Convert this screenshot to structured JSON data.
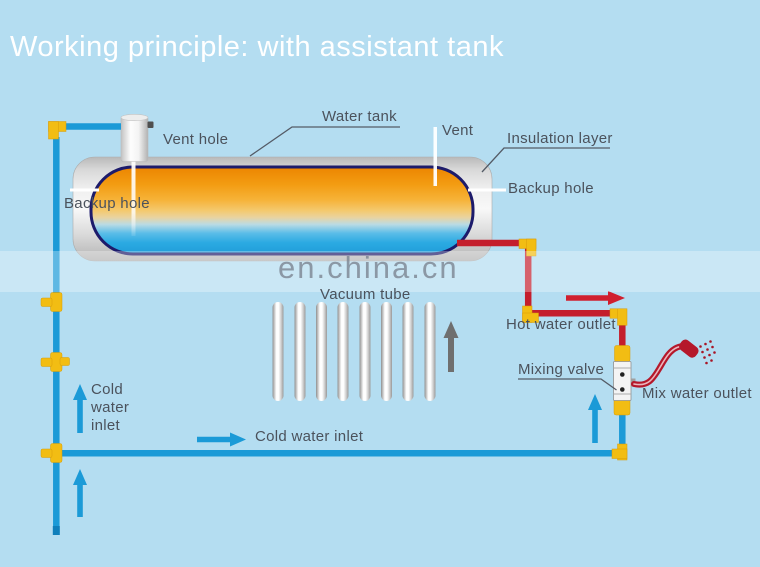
{
  "title": "Working principle: with assistant tank",
  "watermark": {
    "text": "en.china.cn"
  },
  "labels": {
    "vent_hole": "Vent hole",
    "water_tank": "Water tank",
    "vent": "Vent",
    "insulation_layer": "Insulation layer",
    "backup_hole_right": "Backup hole",
    "backup_hole_left": "Backup hole",
    "vacuum_tube": "Vacuum tube",
    "hot_water_outlet": "Hot water outlet",
    "mixing_valve": "Mixing valve",
    "mix_water_outlet": "Mix water outlet",
    "cold_water_inlet_left": "Cold water inlet",
    "cold_water_inlet_bottom": "Cold water inlet"
  },
  "components": {
    "vacuum_tube_count": 8,
    "assistant_tank": "vent cylinder on tank top",
    "flow_arrows": [
      "cold in (left riser, 2 up)",
      "cold in (bottom, right)",
      "thermosiphon (gray, up)",
      "hot out (red, right)",
      "cold to valve (up)"
    ]
  },
  "colors": {
    "background": "#b4ddf1",
    "title_text": "#ffffff",
    "label_text": "#4b525c",
    "cold_pipe": "#1b9ad7",
    "hot_pipe": "#c41e2c",
    "fitting_yellow": "#f2bd13",
    "tank_hot_top": "#ee8c00",
    "tank_cold_bottom": "#29a9e1",
    "tank_border": "#1d1b6b",
    "insulation_shell": "#e8e8e8",
    "arrow_gray": "#6f6f6f",
    "watermark_text": "#7a8491"
  }
}
